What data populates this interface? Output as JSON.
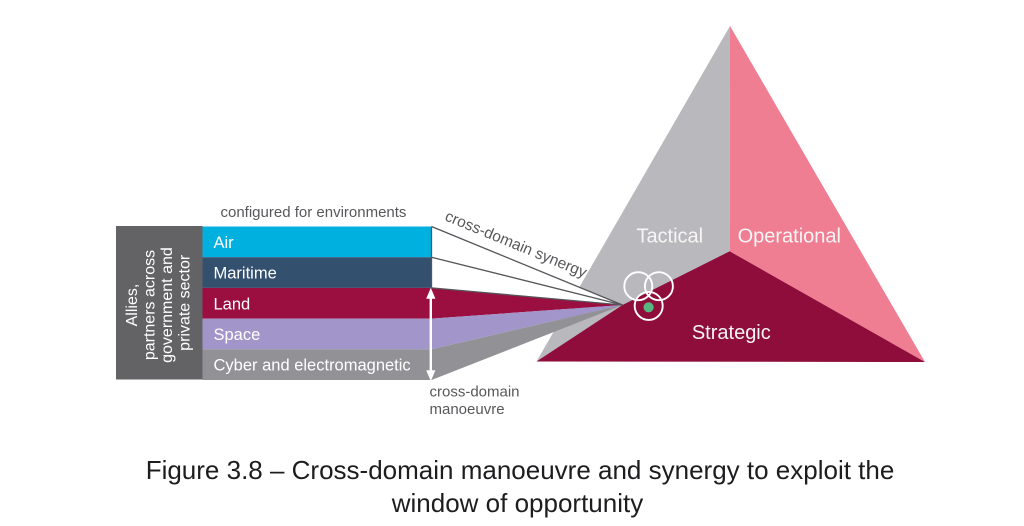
{
  "figure": {
    "caption_line1": "Figure 3.8 – Cross-domain manoeuvre and synergy to exploit the",
    "caption_line2": "window of opportunity"
  },
  "left_panel": {
    "source_box": {
      "color": "#636366",
      "lines": [
        "Allies,",
        "partners across",
        "government and",
        "private sector"
      ],
      "text_color": "#ffffff"
    },
    "header_label": "configured for environments",
    "label_color": "#58585b",
    "bands": [
      {
        "label": "Air",
        "color": "#00b1e0"
      },
      {
        "label": "Maritime",
        "color": "#34506f"
      },
      {
        "label": "Land",
        "color": "#9b0e40"
      },
      {
        "label": "Space",
        "color": "#a295ca"
      },
      {
        "label": "Cyber and electromagnetic",
        "color": "#919196"
      }
    ],
    "band_text_color": "#ffffff",
    "synergy_label": "cross-domain synergy",
    "manoeuvre_label_line1": "cross-domain",
    "manoeuvre_label_line2": "manoeuvre",
    "arrow_color": "#ffffff"
  },
  "triangle": {
    "tactical": {
      "label": "Tactical",
      "color": "#b9b9bd"
    },
    "operational": {
      "label": "Operational",
      "color": "#ef7e92"
    },
    "strategic": {
      "label": "Strategic",
      "color": "#8e0d3b"
    },
    "label_color": "#f7f5f5",
    "venn_ring_color": "#ffffff",
    "dot_color": "#57b87f"
  }
}
